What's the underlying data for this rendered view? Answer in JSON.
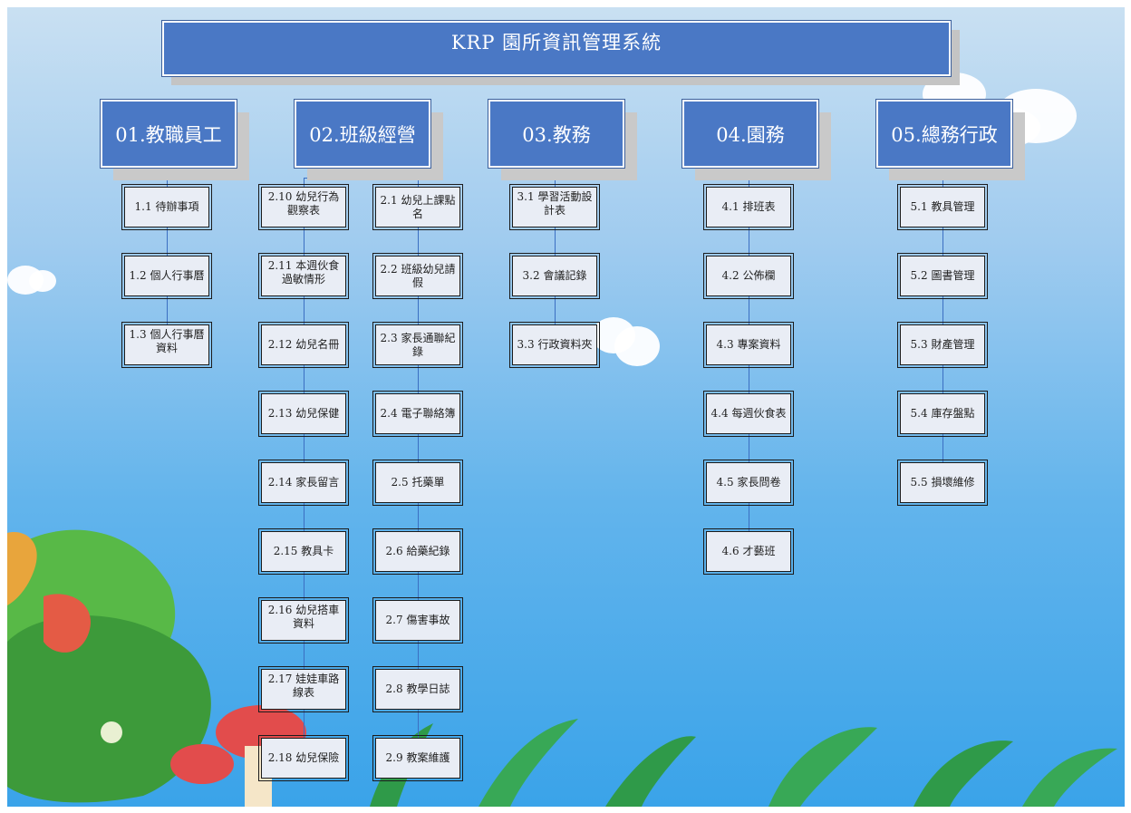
{
  "title": "KRP 園所資訊管理系統",
  "colors": {
    "header_fill": "#4a78c5",
    "node_fill": "#e9edf5",
    "connector": "#3b6fc2"
  },
  "columns": [
    {
      "heading": "01.教職員工",
      "items": [
        "1.1 待辦事項",
        "1.2 個人行事曆",
        "1.3 個人行事曆資料"
      ]
    },
    {
      "heading": "02.班級經營",
      "items_left": [
        "2.10 幼兒行為觀察表",
        "2.11 本週伙食過敏情形",
        "2.12 幼兒名冊",
        "2.13 幼兒保健",
        "2.14 家長留言",
        "2.15 教具卡",
        "2.16 幼兒搭車資料",
        "2.17 娃娃車路線表",
        "2.18 幼兒保險"
      ],
      "items_right": [
        "2.1 幼兒上課點名",
        "2.2 班級幼兒請假",
        "2.3 家長通聯紀錄",
        "2.4 電子聯絡簿",
        "2.5 托藥單",
        "2.6 給藥紀錄",
        "2.7 傷害事故",
        "2.8 教學日誌",
        "2.9 教案維護"
      ]
    },
    {
      "heading": "03.教務",
      "items": [
        "3.1 學習活動設計表",
        "3.2 會議記錄",
        "3.3 行政資料夾"
      ]
    },
    {
      "heading": "04.園務",
      "items": [
        "4.1 排班表",
        "4.2 公佈欄",
        "4.3 專案資料",
        "4.4 每週伙食表",
        "4.5 家長問卷",
        "4.6 才藝班"
      ]
    },
    {
      "heading": "05.總務行政",
      "items": [
        "5.1 教具管理",
        "5.2 圖書管理",
        "5.3 財產管理",
        "5.4 庫存盤點",
        "5.5 損壞維修"
      ]
    }
  ]
}
